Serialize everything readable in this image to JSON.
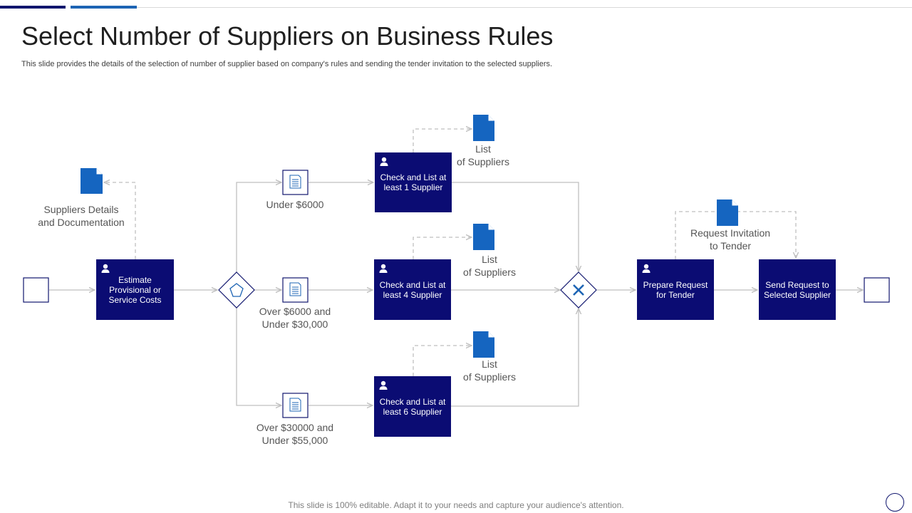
{
  "title": "Select Number of Suppliers on Business Rules",
  "subtitle": "This slide provides the details of the selection of number of supplier based on company's rules and sending the tender invitation to the selected suppliers.",
  "footer": "This slide is 100% editable. Adapt it to your needs and capture your audience's attention.",
  "colors": {
    "task": "#0b0c73",
    "document": "#1565c0",
    "connector": "#bfbfbf",
    "accent_dark": "#10166e",
    "accent_light": "#1d64b4"
  },
  "tasks": {
    "estimate": "Estimate Provisional or Service Costs",
    "check1": "Check and List at least 1 Supplier",
    "check4": "Check and List at least 4 Supplier",
    "check6": "Check and List at least 6 Supplier",
    "prepare": "Prepare Request for Tender",
    "send": "Send Request to Selected Supplier"
  },
  "labels": {
    "suppliers_details": [
      "Suppliers Details",
      "and Documentation"
    ],
    "under_6000": [
      "Under $6000"
    ],
    "over_6000": [
      "Over $6000 and",
      "Under $30,000"
    ],
    "over_30000": [
      "Over $30000 and",
      "Under $55,000"
    ],
    "list1": [
      "List",
      "of Suppliers"
    ],
    "list4": [
      "List",
      "of Suppliers"
    ],
    "list6": [
      "List",
      "of Suppliers"
    ],
    "request_invitation": [
      "Request Invitation",
      "to Tender"
    ]
  },
  "icons": {
    "task": "person-icon",
    "document": "document-icon",
    "condition": "condition-doc-icon",
    "gateway_split": "pentagon-gateway-icon",
    "gateway_join": "x-gateway-icon",
    "start": "start-event-icon",
    "end": "end-event-icon"
  }
}
